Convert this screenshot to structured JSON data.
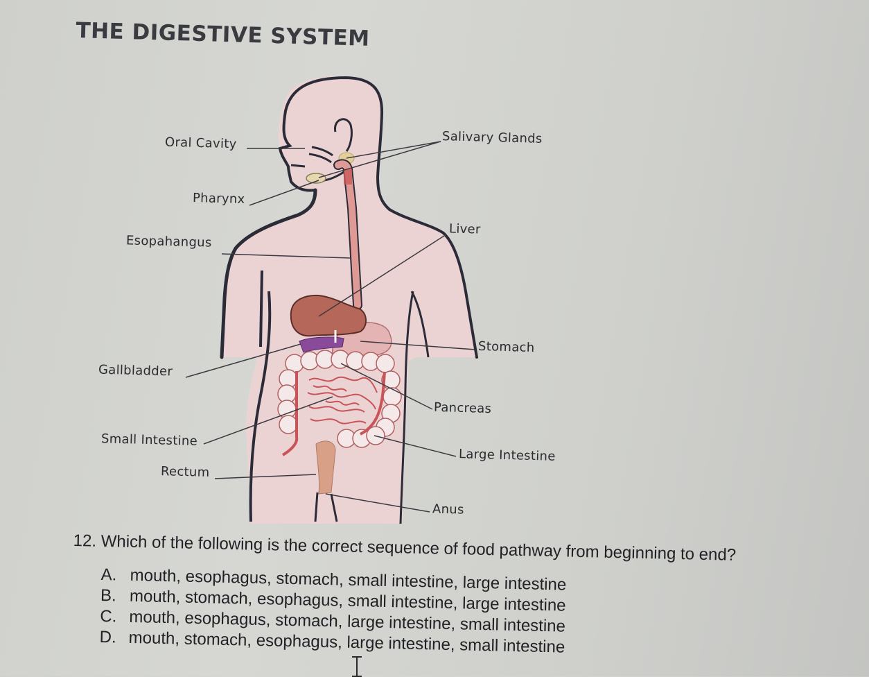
{
  "worksheet": {
    "title": "THE DIGESTIVE SYSTEM"
  },
  "diagram": {
    "labels": {
      "oral_cavity": "Oral Cavity",
      "salivary_glands": "Salivary Glands",
      "pharynx": "Pharynx",
      "liver": "Liver",
      "esophagus": "Esopahangus",
      "stomach": "Stomach",
      "gallbladder": "Gallbladder",
      "pancreas": "Pancreas",
      "small_intestine": "Small Intestine",
      "large_intestine": "Large Intestine",
      "rectum": "Rectum",
      "anus": "Anus"
    },
    "colors": {
      "skin": "#ecd3d3",
      "outline": "#2c2c38",
      "esophagus": "#d98b88",
      "liver": "#b5675a",
      "gallbladder": "#8a4a9a",
      "intestine": "#c8545a",
      "salivary": "#e2cf9a",
      "rectum": "#d9a088"
    }
  },
  "question": {
    "number": "12.",
    "text": "Which of the following is the correct sequence of food pathway from beginning to end?",
    "options": [
      {
        "letter": "A.",
        "text": "mouth, esophagus, stomach, small intestine, large intestine"
      },
      {
        "letter": "B.",
        "text": "mouth, stomach, esophagus, small intestine, large intestine"
      },
      {
        "letter": "C.",
        "text": "mouth, esophagus, stomach, large intestine, small intestine"
      },
      {
        "letter": "D.",
        "text": "mouth, stomach, esophagus, large intestine, small intestine"
      }
    ]
  },
  "cursor": {
    "type": "text-ibeam-cursor"
  }
}
